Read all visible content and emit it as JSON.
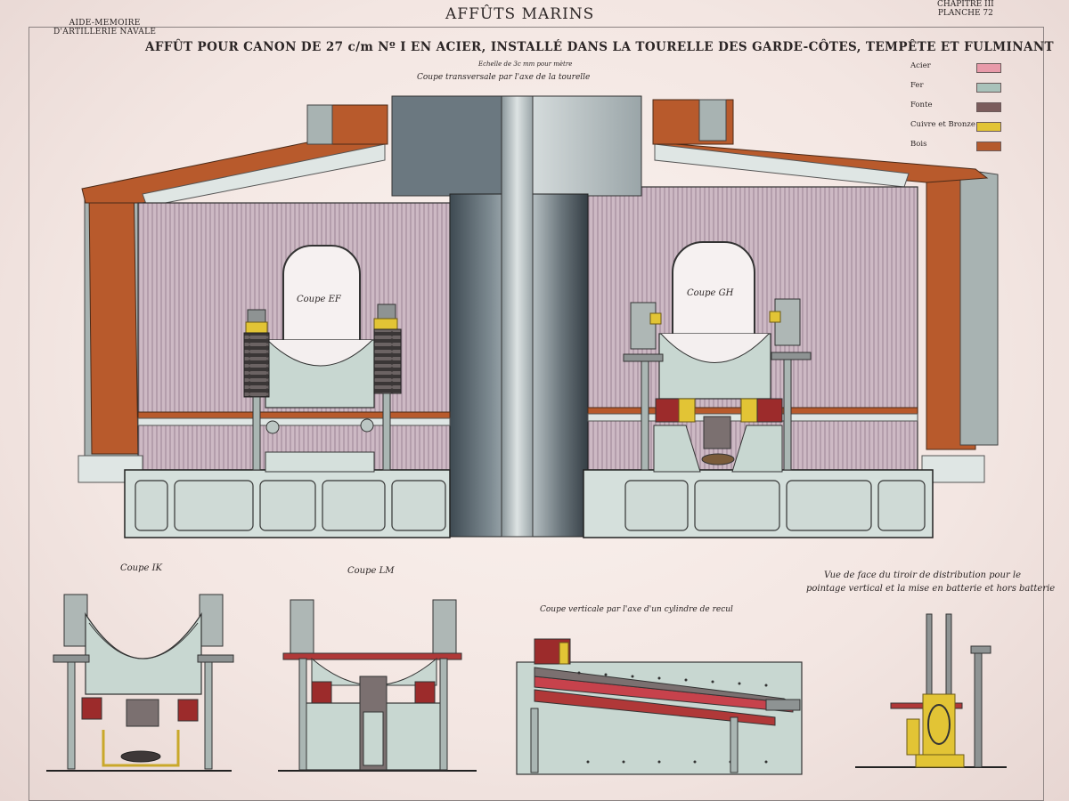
{
  "header": {
    "left_line1": "AIDE-MEMOIRE",
    "left_line2": "D'ARTILLERIE NAVALE",
    "center": "AFFÛTS MARINS",
    "right_line1": "CHAPITRE III",
    "right_line2": "PLANCHE 72"
  },
  "title": "AFFÛT POUR CANON DE 27 c/m Nº I EN ACIER, INSTALLÉ DANS LA TOURELLE DES GARDE-CÔTES, TEMPÊTE ET FULMINANT",
  "scale_note": "Echelle de 3c mm pour mètre",
  "top_section_label": "Coupe transversale par l'axe de la tourelle",
  "legend": [
    {
      "name": "Acier",
      "color": "#e89aa9"
    },
    {
      "name": "Fer",
      "color": "#a9c2ba"
    },
    {
      "name": "Fonte",
      "color": "#7b5c5c"
    },
    {
      "name": "Cuivre et Bronze",
      "color": "#e2c435"
    },
    {
      "name": "Bois",
      "color": "#b55a2d"
    }
  ],
  "labels": {
    "coupe_ef": "Coupe EF",
    "coupe_gh": "Coupe GH",
    "coupe_ik": "Coupe IK",
    "coupe_lm": "Coupe LM",
    "coupe_cylindre": "Coupe verticale par l'axe d'un cylindre de recul",
    "vue_tiroir_1": "Vue de face du tiroir de distribution pour le",
    "vue_tiroir_2": "pointage vertical et la mise en batterie et hors batterie"
  }
}
